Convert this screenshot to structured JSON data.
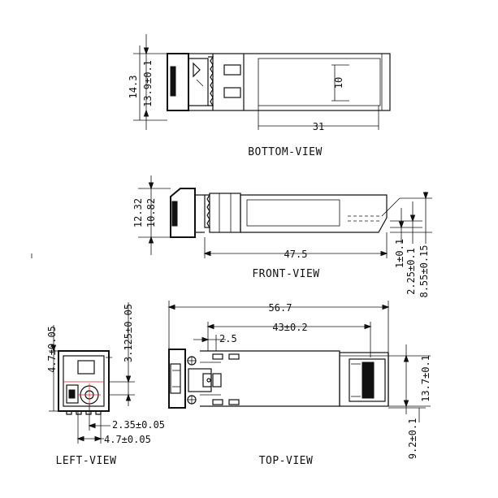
{
  "views": {
    "bottom": {
      "title": "BOTTOM-VIEW",
      "dims": {
        "height_overall": "14.3",
        "height_body": "13.9±0.1",
        "window_height": "10",
        "window_length": "31"
      }
    },
    "front": {
      "title": "FRONT-VIEW",
      "dims": {
        "height_latch": "12.32",
        "height_body": "10.82",
        "length": "47.5",
        "offset_1": "1±0.1",
        "offset_2": "2.25±0.1",
        "offset_3": "8.55±0.15"
      }
    },
    "left": {
      "title": "LEFT-VIEW",
      "dims": {
        "height": "4.7±0.05",
        "port_center": "3.125±0.05",
        "offset_x": "2.35±0.05",
        "width": "4.7±0.05"
      }
    },
    "top": {
      "title": "TOP-VIEW",
      "dims": {
        "overall_length": "56.7",
        "body_length": "43±0.2",
        "latch_offset": "2.5",
        "connector_width": "13.7±0.1",
        "connector_offset": "9.2±0.1"
      }
    }
  }
}
